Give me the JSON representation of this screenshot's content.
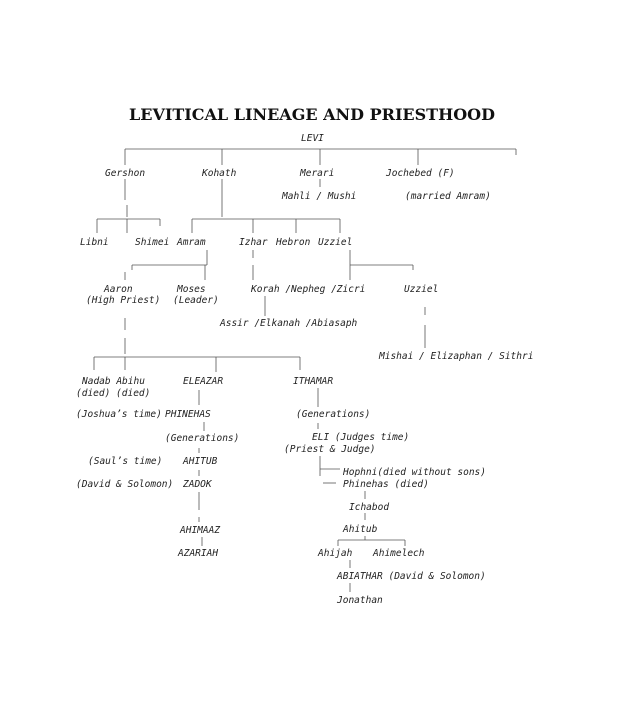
{
  "title": "LEVITICAL LINEAGE AND PRIESTHOOD",
  "nodes": {
    "levi": "LEVI",
    "gershon": "Gershon",
    "kohath": "Kohath",
    "merari": "Merari",
    "jochebed": "Jochebed (F)",
    "mahli_mushi": "Mahli / Mushi",
    "married_amram": "(married Amram)",
    "libni": "Libni",
    "shimei": "Shimei",
    "amram": "Amram",
    "izhar": "Izhar",
    "hebron": "Hebron",
    "uzziel": "Uzziel",
    "aaron": "Aaron",
    "high_priest": "(High Priest)",
    "moses": "Moses",
    "leader": "(Leader)",
    "korah_line": "Korah /Nepheg /Zicri",
    "uzziel_2": "Uzziel",
    "assir_line": "Assir /Elkanah /Abiasaph",
    "mishai_line": "Mishai / Elizaphan / Sithri",
    "nadab_abihu": "Nadab Abihu",
    "died_died": "(died) (died)",
    "eleazar": "ELEAZAR",
    "ithamar": "ITHAMAR",
    "joshua_time": "(Joshua’s time)",
    "phinehas": "PHINEHAS",
    "generations_1": "(Generations)",
    "generations_2": "(Generations)",
    "eli": "ELI (Judges time)",
    "priest_judge": "(Priest & Judge)",
    "sauls_time": "(Saul’s time)",
    "ahitub_1": "AHITUB",
    "hophni": "Hophni(died without sons)",
    "phinehas_died": "Phinehas (died)",
    "david_solomon_1": "(David & Solomon)",
    "zadok": "ZADOK",
    "ichabod": "Ichabod",
    "ahitub_2": "Ahitub",
    "ahijah": "Ahijah",
    "ahimelech": "Ahimelech",
    "ahimaaz": "AHIMAAZ",
    "abiathar": "ABIATHAR (David & Solomon)",
    "azariah": "AZARIAH",
    "jonathan": "Jonathan"
  },
  "colors": {
    "text": "#222222",
    "line": "#555555",
    "background": "#ffffff"
  }
}
